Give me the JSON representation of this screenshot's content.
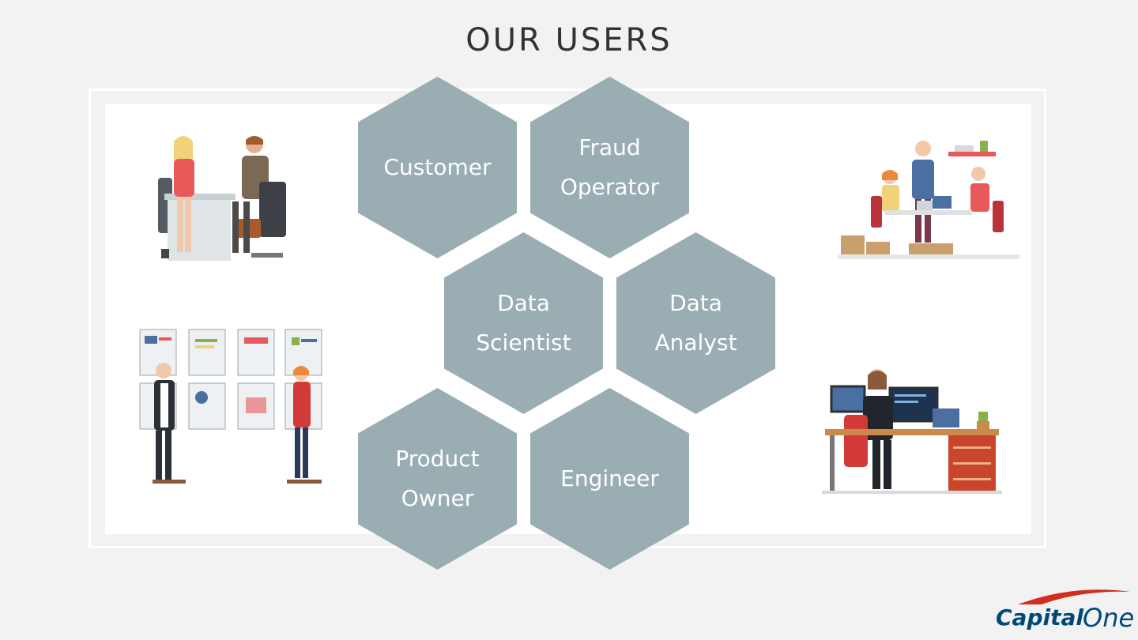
{
  "title": "OUR USERS",
  "hexagons": [
    {
      "id": "customer",
      "label": "Customer"
    },
    {
      "id": "fraud-operator",
      "label": "Fraud\nOperator"
    },
    {
      "id": "data-scientist",
      "label": "Data\nScientist"
    },
    {
      "id": "data-analyst",
      "label": "Data\nAnalyst"
    },
    {
      "id": "product-owner",
      "label": "Product\nOwner"
    },
    {
      "id": "engineer",
      "label": "Engineer"
    }
  ],
  "illustrations": [
    "customer-meeting-illustration",
    "team-collaboration-illustration",
    "product-board-illustration",
    "developer-desk-illustration"
  ],
  "logo": {
    "brand": "Capital One",
    "part1": "Capital",
    "part2": "One",
    "swoosh_color": "#d22e1e",
    "text_color": "#004977"
  },
  "colors": {
    "background": "#f2f2f2",
    "hexagon": "#9aadb3",
    "title": "#333333"
  }
}
